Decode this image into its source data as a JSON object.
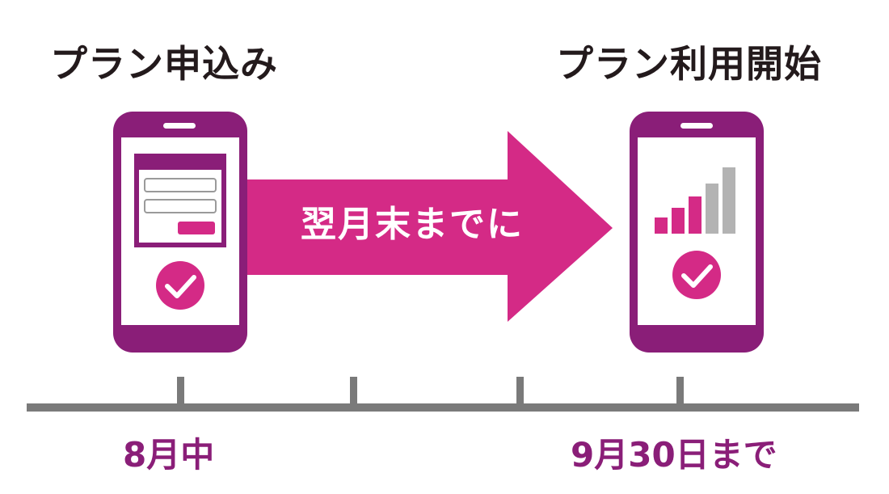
{
  "labels": {
    "start_title": "プラン申込み",
    "end_title": "プラン利用開始",
    "arrow_text": "翌月末までに",
    "start_date": "8月中",
    "end_date": "9月30日まで"
  },
  "colors": {
    "phone_body": "#8a1e78",
    "accent": "#d42a86",
    "text_dark": "#231a1c",
    "timeline": "#7a7a7a",
    "bar_inactive": "#b3b3b3"
  },
  "icons": {
    "start_phone": "smartphone-form-icon",
    "end_phone": "smartphone-signal-icon",
    "check": "check-circle-icon"
  },
  "signal_bars": {
    "active": 3,
    "total": 5
  }
}
